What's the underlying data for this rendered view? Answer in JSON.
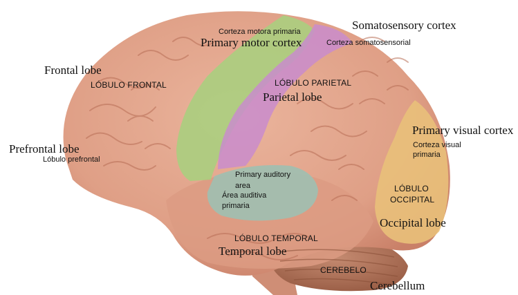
{
  "labels": {
    "somatosensory_cortex": "Somatosensory cortex",
    "corteza_motora_primaria": "Corteza motora primaria",
    "primary_motor_cortex": "Primary motor cortex",
    "corteza_somatosensorial": "Corteza somatosensorial",
    "frontal_lobe": "Frontal lobe",
    "lobulo_frontal": "LÓBULO FRONTAL",
    "lobulo_parietal": "LÓBULO PARIETAL",
    "parietal_lobe": "Parietal lobe",
    "primary_visual_cortex": "Primary visual cortex",
    "prefrontal_lobe": "Prefrontal lobe",
    "lobulo_prefrontal": "Lóbulo prefrontal",
    "corteza_visual": "Corteza visual",
    "primaria": "primaria",
    "primary_auditory": "Primary auditory",
    "area": "area",
    "area_auditiva": "Área auditiva",
    "primaria_auditiva": "primaria",
    "lobulo": "LÓBULO",
    "occipital": "OCCIPITAL",
    "occipital_lobe": "Occipital lobe",
    "lobulo_temporal": "LÓBULO TEMPORAL",
    "temporal_lobe": "Temporal lobe",
    "cerebelo": "CEREBELO",
    "cerebellum": "Cerebellum"
  },
  "colors": {
    "brain": "#e2a48c",
    "brain_shadow": "#c98068",
    "motor": "#a9cf7e",
    "somatosensory": "#c98ccc",
    "auditory": "#9fbfb1",
    "visual": "#e9c07a",
    "cerebellum": "#b87c62"
  }
}
